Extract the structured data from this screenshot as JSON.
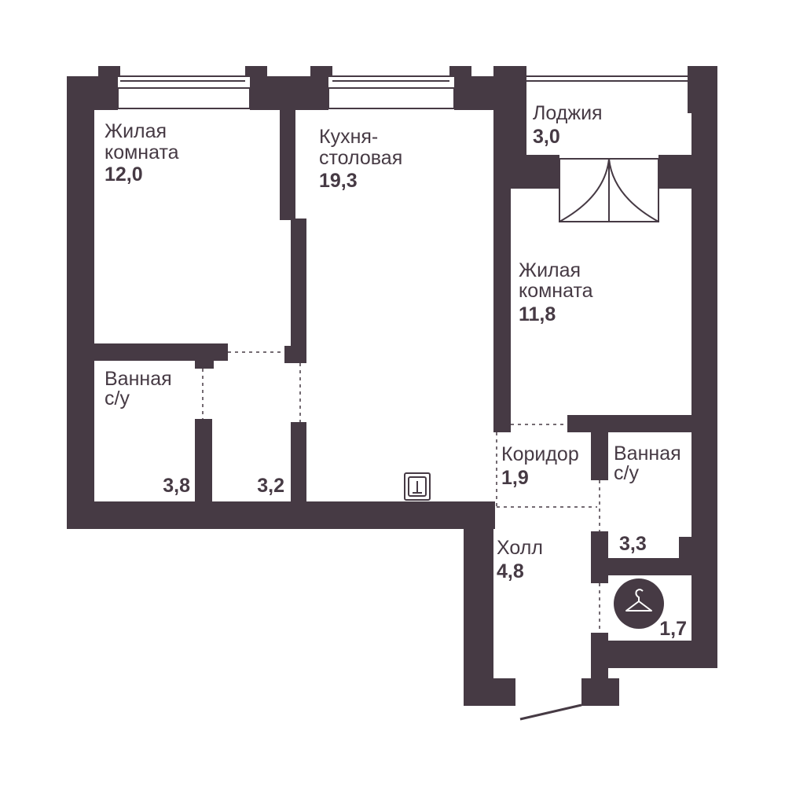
{
  "colors": {
    "wall": "#463a44",
    "background": "#ffffff",
    "line": "#463a44"
  },
  "rooms": {
    "living1": {
      "name_l1": "Жилая",
      "name_l2": "комната",
      "area": "12,0"
    },
    "kitchen": {
      "name_l1": "Кухня-",
      "name_l2": "столовая",
      "area": "19,3"
    },
    "loggia": {
      "name_l1": "Лоджия",
      "area": "3,0"
    },
    "living2": {
      "name_l1": "Жилая",
      "name_l2": "комната",
      "area": "11,8"
    },
    "bath1": {
      "name_l1": "Ванная",
      "name_l2": "с/у",
      "area": "3,8"
    },
    "vestibule": {
      "area": "3,2"
    },
    "corridor": {
      "name_l1": "Коридор",
      "area": "1,9"
    },
    "bath2": {
      "name_l1": "Ванная",
      "name_l2": "с/у",
      "area": "3,3"
    },
    "hall": {
      "name_l1": "Холл",
      "area": "4,8"
    },
    "wardrobe": {
      "area": "1,7",
      "icon": "hanger-icon"
    }
  },
  "fixtures": {
    "sink": "sink-icon"
  }
}
